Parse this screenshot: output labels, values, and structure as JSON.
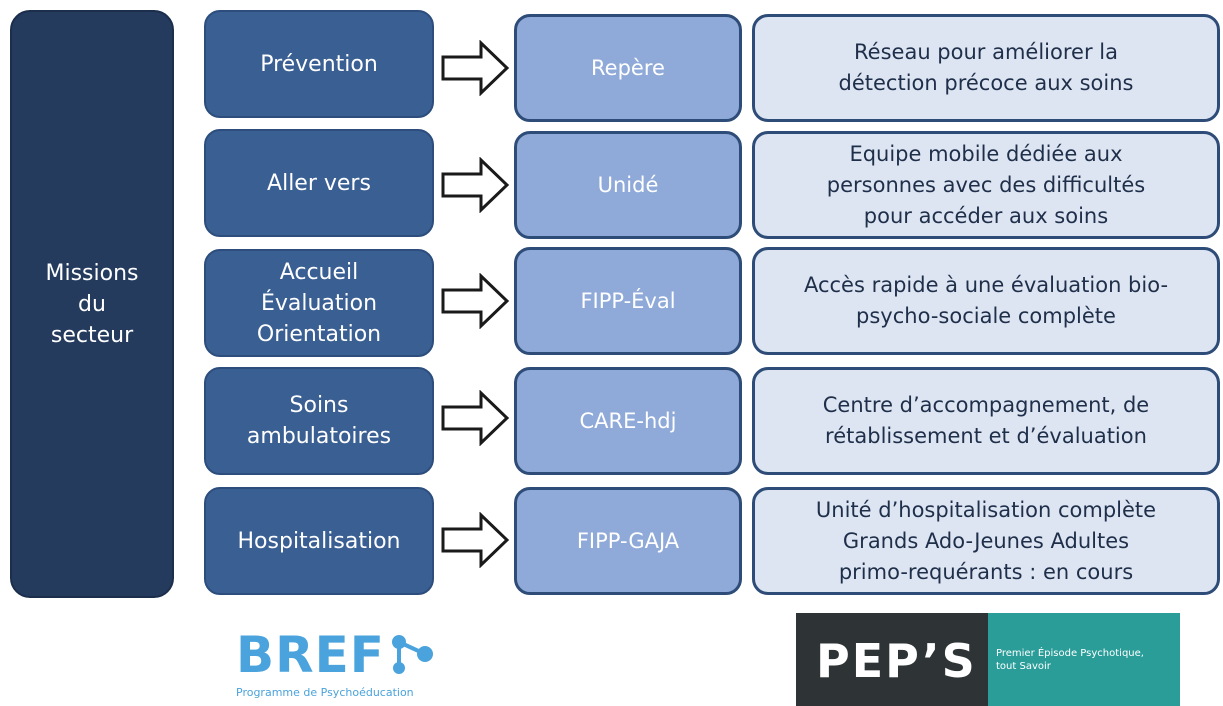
{
  "diagram": {
    "root_label": "Missions\ndu\nsecteur",
    "rows": [
      {
        "mission": "Prévention",
        "service": "Repère",
        "description": "Réseau pour améliorer la\ndétection précoce aux soins"
      },
      {
        "mission": "Aller vers",
        "service": "Unidé",
        "description": "Equipe mobile dédiée aux\npersonnes avec des difficultés\npour accéder aux soins"
      },
      {
        "mission": "Accueil\nÉvaluation\nOrientation",
        "service": "FIPP-Éval",
        "description": "Accès rapide à une évaluation bio-\npsycho-sociale complète"
      },
      {
        "mission": "Soins\nambulatoires",
        "service": "CARE-hdj",
        "description": "Centre d’accompagnement, de\nrétablissement et d’évaluation"
      },
      {
        "mission": "Hospitalisation",
        "service": "FIPP-GAJA",
        "description": "Unité d’hospitalisation complète\nGrands Ado-Jeunes Adultes\nprimo-requérants : en cours"
      }
    ]
  },
  "logos": {
    "bref": {
      "wordmark": "BREF",
      "subtitle": "Programme de Psychoéducation",
      "color": "#4aa3dc"
    },
    "peps": {
      "wordmark": "PEP’S",
      "tagline": "Premier Épisode Psychotique,\ntout Savoir",
      "color": "#2a9d99"
    }
  },
  "colors": {
    "root": "#243b5e",
    "mission": "#3a5f93",
    "service": "#8faad8",
    "description": "#dde5f2",
    "border": "#2e4c78"
  }
}
